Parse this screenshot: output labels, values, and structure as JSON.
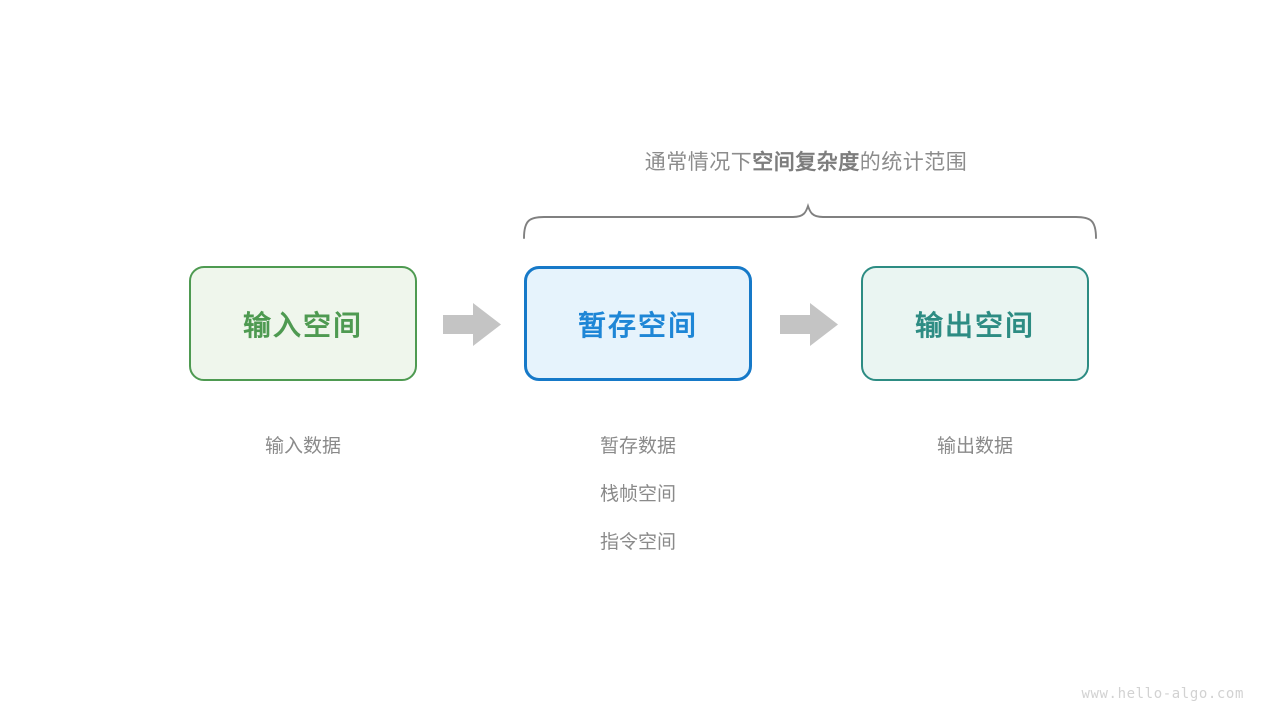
{
  "diagram": {
    "brace_caption": {
      "prefix": "通常情况下",
      "emphasis": "空间复杂度",
      "suffix": "的统计范围"
    },
    "boxes": [
      {
        "label": "输入空间",
        "border_color": "#4e9a51",
        "fill_color": "#eff6ec",
        "text_color": "#4e9a51"
      },
      {
        "label": "暂存空间",
        "border_color": "#1679c8",
        "fill_color": "#e6f3fc",
        "text_color": "#1e86d6"
      },
      {
        "label": "输出空间",
        "border_color": "#2d8c83",
        "fill_color": "#eaf5f2",
        "text_color": "#2d8c83"
      }
    ],
    "arrows": [
      {
        "name": "arrow-input-to-temp",
        "color": "#c4c4c4"
      },
      {
        "name": "arrow-temp-to-output",
        "color": "#c4c4c4"
      }
    ],
    "columns": [
      {
        "items": [
          "输入数据"
        ]
      },
      {
        "items": [
          "暂存数据",
          "栈帧空间",
          "指令空间"
        ]
      },
      {
        "items": [
          "输出数据"
        ]
      }
    ],
    "brace": {
      "color": "#808080",
      "name": "curly-brace"
    },
    "watermark": "www.hello-algo.com"
  }
}
